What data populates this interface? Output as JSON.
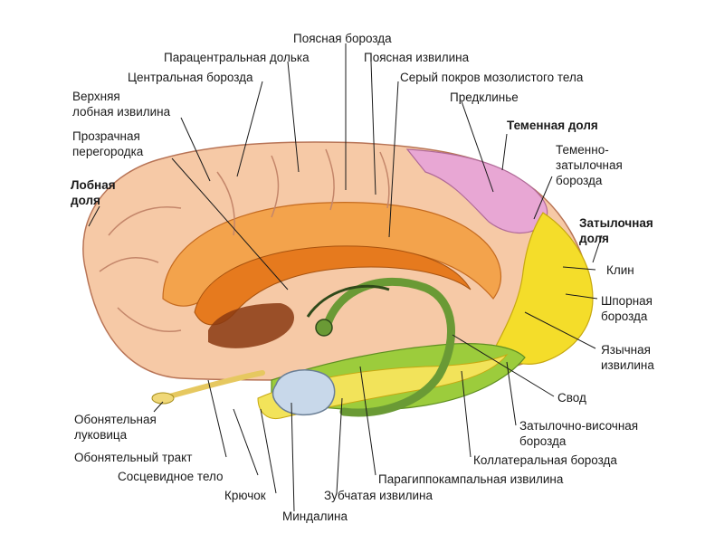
{
  "labels": {
    "poyasnaya_borozda": "Поясная борозда",
    "paracentralnaya_dolka": "Парацентральная долька",
    "poyasnaya_izvilina": "Поясная извилина",
    "centralnaya_borozda": "Центральная борозда",
    "seryi_pokrov": "Серый покров мозолистого тела",
    "verkhnyaya_lobnaya": "Верхняя\nлобная извилина",
    "predklinye": "Предклинье",
    "prozrachnaya_peregorodka": "Прозрачная\nперегородка",
    "temennaya_dolya": "Теменная доля",
    "lobnaya_dolya": "Лобная\nдоля",
    "temenno_zatylochnaya": "Теменно-\nзатылочная\nборозда",
    "zatylochnaya_dolya": "Затылочная\nдоля",
    "klin": "Клин",
    "shpornaya": "Шпорная\nборозда",
    "yazychnaya": "Язычная\nизвилина",
    "svod": "Свод",
    "obonyatelnaya_lukovica": "Обонятельная\nлуковица",
    "zatylochno_visochnaya": "Затылочно-височная\nборозда",
    "obonyatelnyi_trakt": "Обонятельный тракт",
    "kollateralnaya": "Коллатеральная борозда",
    "soscevidnoe": "Сосцевидное тело",
    "paragippokampalnaya": "Парагиппокампальная извилина",
    "kryuchok": "Крючок",
    "zubchataya": "Зубчатая извилина",
    "mindalina": "Миндалина"
  },
  "colors": {
    "frontal": "#f6c9a6",
    "frontal_dark": "#e8a47c",
    "parietal": "#e8a7d4",
    "occipital": "#f4dd2a",
    "temporal": "#9ccc3c",
    "cingulate": "#f3a34c",
    "inner": "#e67a1e",
    "fornix": "#6a9a35",
    "amygdala": "#c8d8ea",
    "line": "#1a1a1a"
  }
}
